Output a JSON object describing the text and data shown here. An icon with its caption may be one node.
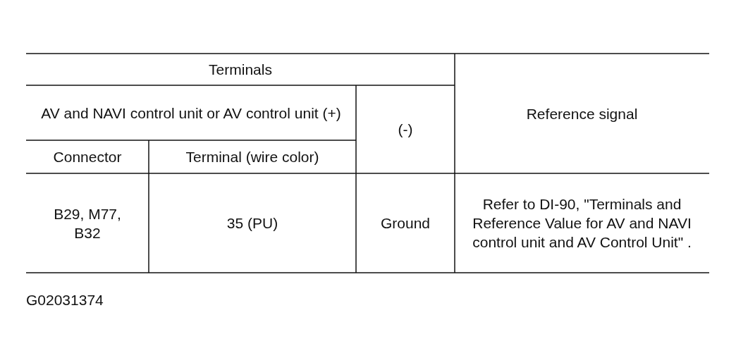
{
  "diagram": {
    "labels": [
      "Terminals",
      "Reference signal",
      "AV and NAVI control unit or AV control unit (+)",
      "(-)",
      "Connector",
      "Terminal (wire color)",
      "B29, M77, B32",
      "35 (PU)",
      "Ground",
      "Refer to DI-90, \"Terminals and Reference Value for AV and NAVI control unit and AV Control Unit\" .",
      "G02031374"
    ]
  }
}
